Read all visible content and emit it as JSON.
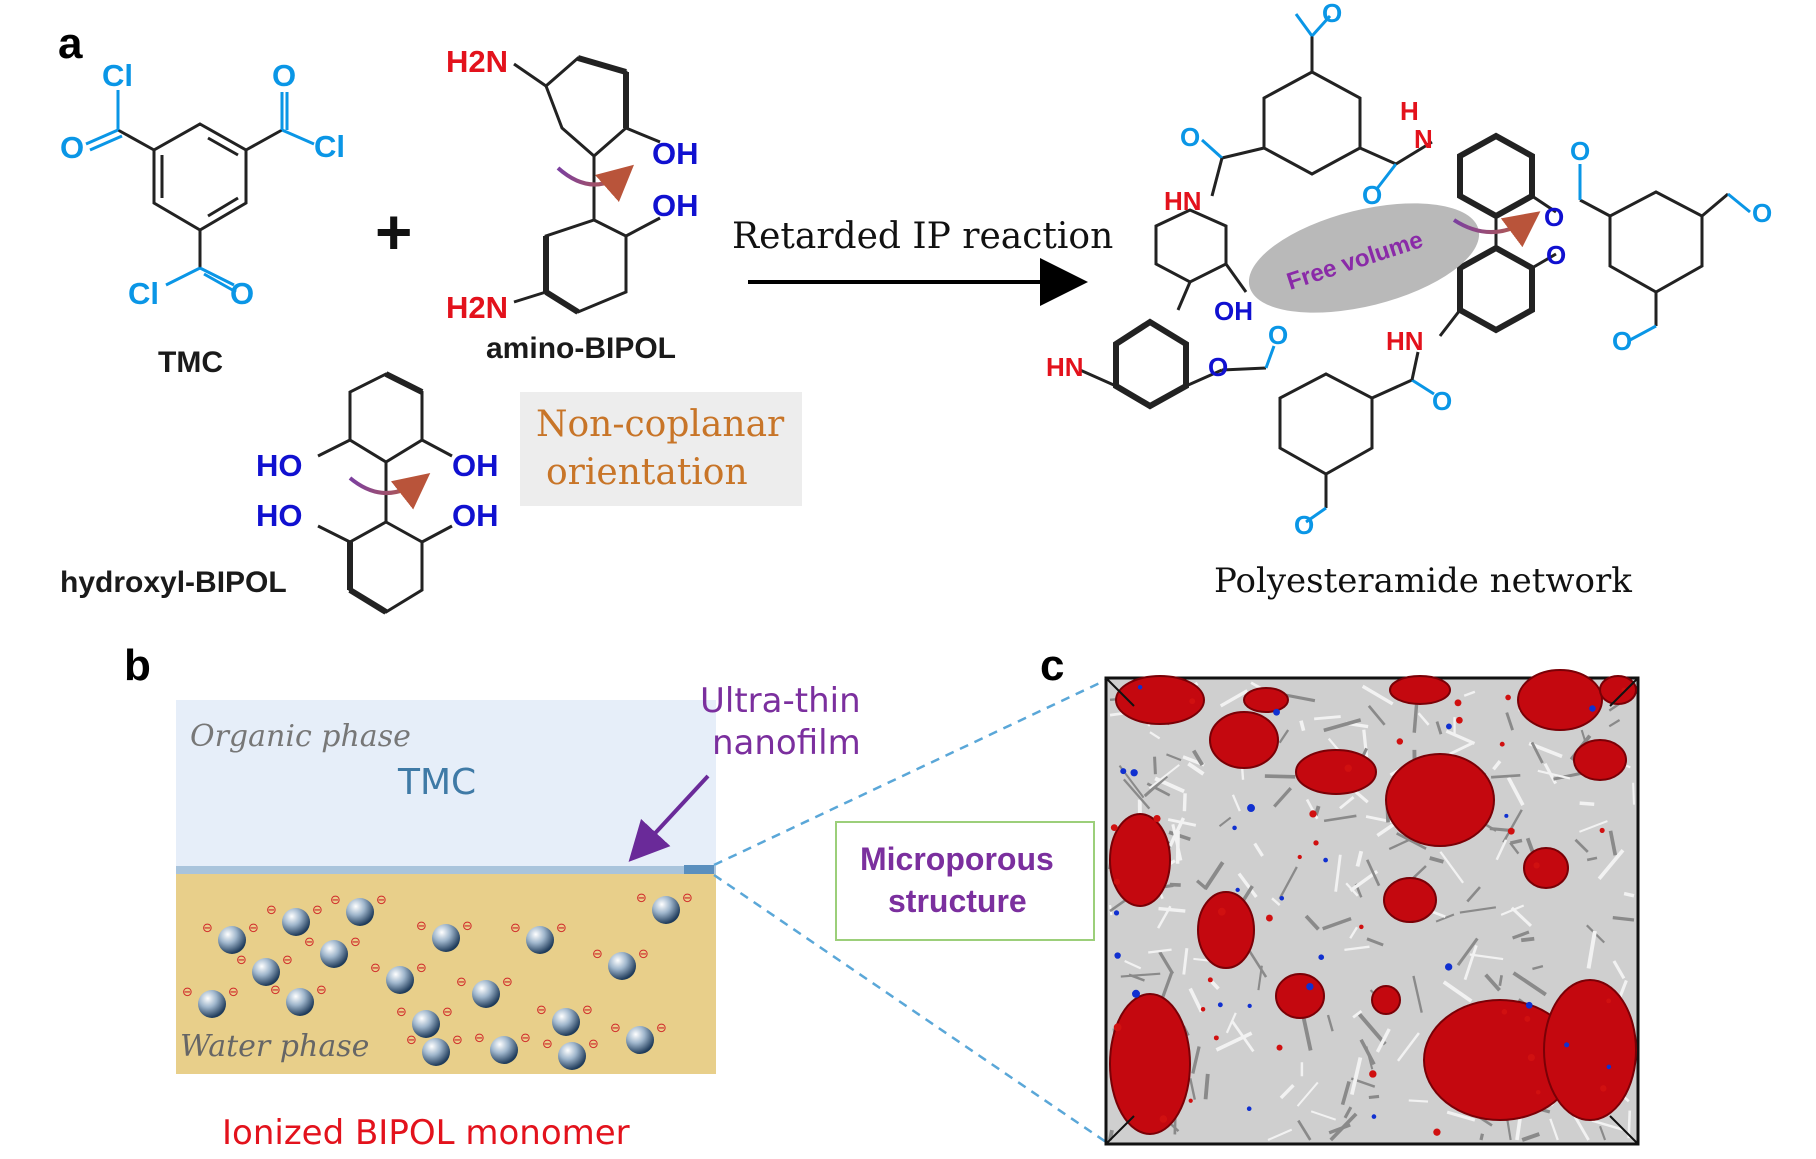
{
  "panels": {
    "a": "a",
    "b": "b",
    "c": "c"
  },
  "molecules": {
    "tmc": {
      "name": "TMC",
      "atoms": {
        "cl": "Cl",
        "o": "O"
      }
    },
    "amino_bipol": {
      "name": "amino-BIPOL",
      "h2n": "H2N",
      "oh": "OH"
    },
    "hydroxyl_bipol": {
      "name": "hydroxyl-BIPOL",
      "ho": "HO",
      "oh": "OH"
    }
  },
  "plus_sign": "+",
  "callouts": {
    "non_coplanar_line1": "Non-coplanar",
    "non_coplanar_line2": "orientation"
  },
  "reaction": {
    "arrow_label": "Retarded IP reaction"
  },
  "network": {
    "name": "Polyesteramide network",
    "free_volume": "Free volume",
    "atoms": {
      "o": "O",
      "h": "H",
      "n": "N",
      "hn": "HN",
      "oh": "OH"
    }
  },
  "panel_b": {
    "organic_phase": "Organic phase",
    "tmc": "TMC",
    "water_phase": "Water phase",
    "nanofilm_line1": "Ultra-thin",
    "nanofilm_line2": "nanofilm",
    "monomer_caption": "Ionized BIPOL monomer",
    "charge_symbol": "⊖"
  },
  "panel_c": {
    "microporous_line1": "Microporous",
    "microporous_line2": "structure"
  },
  "colors": {
    "acyl": "#0a96e6",
    "hydroxyl": "#1010d0",
    "amine": "#e3121c",
    "organic_phase": "#e6eef9",
    "water_phase": "#e8cf8a",
    "callout_text": "#c87528",
    "callout_box": "#ededed",
    "purple": "#7b2f9e",
    "free_volume": "#b9b9b9"
  }
}
